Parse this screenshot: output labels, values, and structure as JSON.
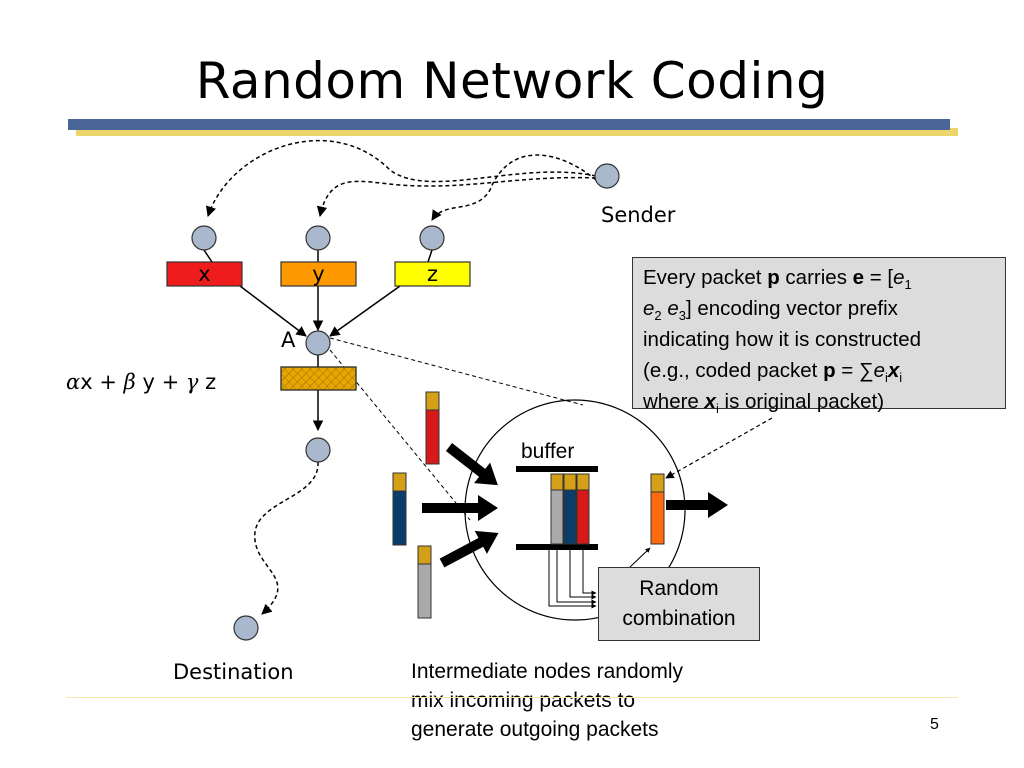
{
  "slide": {
    "title": "Random Network Coding",
    "page_number": "5"
  },
  "labels": {
    "sender": "Sender",
    "destination": "Destination",
    "node_a": "A",
    "x": "x",
    "y": "y",
    "z": "z",
    "buffer": "buffer"
  },
  "combination": {
    "alpha": "α",
    "x": "x",
    "plus1": "+",
    "beta": "β",
    "y": "y",
    "plus2": "+",
    "gamma": "γ",
    "z": "z"
  },
  "callout": {
    "t1": "Every packet ",
    "p1": "p",
    "t2": " carries ",
    "e": "e",
    "t3": " = [",
    "e1": "e",
    "s1": "1",
    "e2": "e",
    "s2": "2",
    "e3": "e",
    "s3": "3",
    "t4": "] encoding vector prefix",
    "t5": "indicating how it is constructed",
    "t6": "(e.g., coded packet ",
    "p2": "p",
    "t7": " = ∑",
    "ei": "e",
    "si": "i",
    "xi": "x",
    "sxi": "i",
    "t8": "where ",
    "xi2": "x",
    "sxi2": "i",
    "t9": " is original packet)"
  },
  "random_combination": {
    "line1": "Random",
    "line2": "combination"
  },
  "caption": {
    "line1": "Intermediate nodes randomly",
    "line2": "mix incoming packets to",
    "line3": "generate outgoing packets"
  },
  "colors": {
    "node_fill": "#a9b8cc",
    "x_box": "#ee1c1c",
    "y_box": "#ff9900",
    "z_box": "#ffff00",
    "mixed_box": "#e6a800",
    "header_gold": "#d4a017",
    "red_packet": "#d61a1a",
    "navy_packet": "#0b3d6b",
    "gray_packet": "#aaaaaa",
    "orange_packet": "#ff6a10",
    "title_bar_blue": "#4a6597",
    "title_bar_yellow": "#ecd66c"
  }
}
